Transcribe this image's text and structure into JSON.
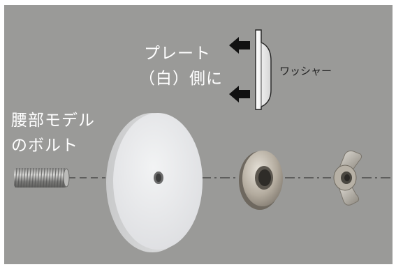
{
  "labels": {
    "plate_side_line1": "プレート",
    "plate_side_line2": "（白）側に",
    "washer": "ワッシャー",
    "bolt_line1": "腰部モデル",
    "bolt_line2": "のボルト"
  },
  "colors": {
    "background": "#9a9a98",
    "label_text": "#ffffff",
    "washer_label_text": "#222222",
    "arrow": "#111111",
    "plate": "#e8e9ea"
  }
}
